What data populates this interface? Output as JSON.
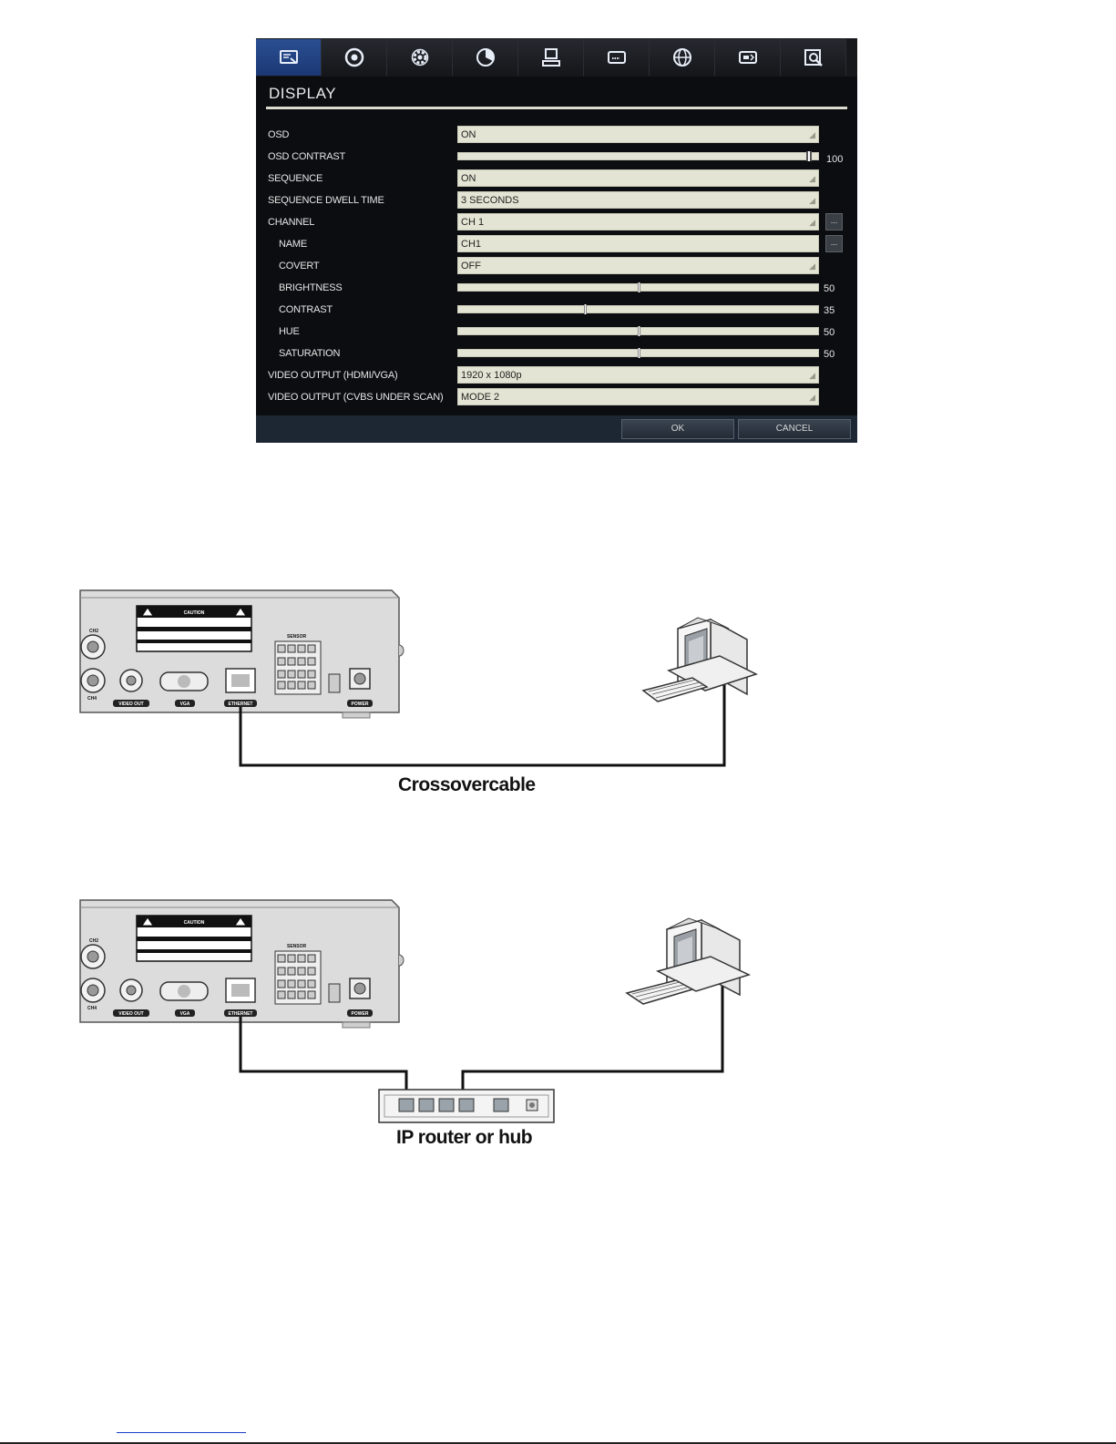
{
  "dvr_menu": {
    "tabs": [
      {
        "icon": "display-icon",
        "active": true
      },
      {
        "icon": "record-icon",
        "active": false
      },
      {
        "icon": "gear-icon",
        "active": false
      },
      {
        "icon": "event-icon",
        "active": false
      },
      {
        "icon": "computer-icon",
        "active": false
      },
      {
        "icon": "storage-icon",
        "active": false
      },
      {
        "icon": "network-icon",
        "active": false
      },
      {
        "icon": "device-icon",
        "active": false
      },
      {
        "icon": "search-icon",
        "active": false
      }
    ],
    "title": "DISPLAY",
    "rows": {
      "osd": {
        "label": "OSD",
        "value": "ON"
      },
      "osd_contrast": {
        "label": "OSD CONTRAST",
        "value": "100",
        "level": 100
      },
      "sequence": {
        "label": "SEQUENCE",
        "value": "ON"
      },
      "dwell": {
        "label": "SEQUENCE DWELL TIME",
        "value": "3 SECONDS"
      },
      "channel": {
        "label": "CHANNEL",
        "value": "CH 1",
        "more": "..."
      },
      "name": {
        "label": "NAME",
        "value": "CH1",
        "more": "..."
      },
      "covert": {
        "label": "COVERT",
        "value": "OFF"
      },
      "brightness": {
        "label": "BRIGHTNESS",
        "value": "50",
        "level": 50
      },
      "contrast": {
        "label": "CONTRAST",
        "value": "35",
        "level": 35
      },
      "hue": {
        "label": "HUE",
        "value": "50",
        "level": 50
      },
      "saturation": {
        "label": "SATURATION",
        "value": "50",
        "level": 50
      },
      "video_hdmi": {
        "label": "VIDEO OUTPUT (HDMI/VGA)",
        "value": "1920 x 1080p"
      },
      "video_cvbs": {
        "label": "VIDEO OUTPUT (CVBS UNDER SCAN)",
        "value": "MODE 2"
      }
    },
    "ok_label": "OK",
    "cancel_label": "CANCEL"
  },
  "diagram1": {
    "caption": "Crossovercable",
    "panel": {
      "caution": "CAUTION",
      "ch2": "CH2",
      "ch4": "CH4",
      "video_out": "VIDEO OUT",
      "vga": "VGA",
      "ethernet": "ETHERNET",
      "power": "POWER",
      "sensor": "SENSOR"
    }
  },
  "diagram2": {
    "caption": "IP router or hub",
    "panel": {
      "caution": "CAUTION",
      "ch2": "CH2",
      "ch4": "CH4",
      "video_out": "VIDEO OUT",
      "vga": "VGA",
      "ethernet": "ETHERNET",
      "power": "POWER",
      "sensor": "SENSOR"
    }
  }
}
